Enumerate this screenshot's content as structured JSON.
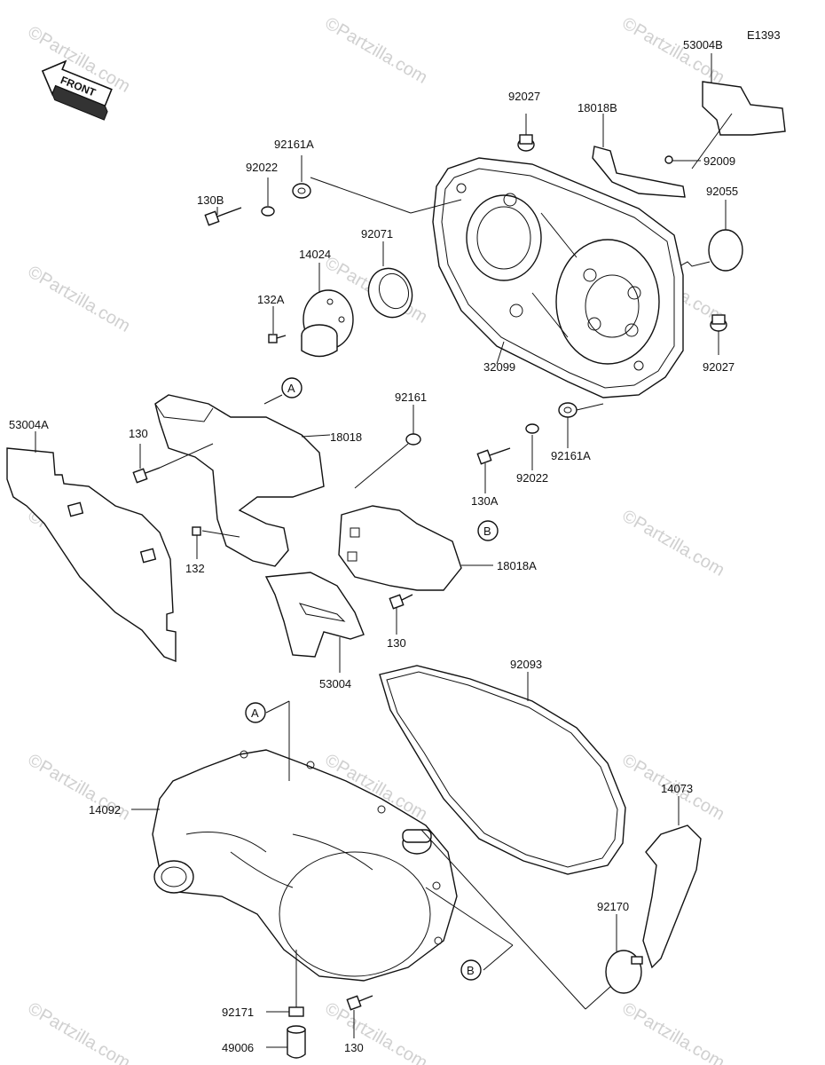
{
  "diagram_code": "E1393",
  "front_arrow": "FRONT",
  "watermark": "©Partzilla.com",
  "callouts": {
    "a": "A",
    "b": "B"
  },
  "part_labels": {
    "p53004B": "53004B",
    "p92027_top": "92027",
    "p18018B": "18018B",
    "p92009": "92009",
    "p92161A_top": "92161A",
    "p92022_top": "92022",
    "p130B": "130B",
    "p92055": "92055",
    "p92071": "92071",
    "p14024": "14024",
    "p132A": "132A",
    "p32099": "32099",
    "p92027_right": "92027",
    "p53004A": "53004A",
    "p130_left": "130",
    "p18018": "18018",
    "p92161": "92161",
    "p130A": "130A",
    "p92022_mid": "92022",
    "p92161A_mid": "92161A",
    "p132": "132",
    "p18018A": "18018A",
    "p130_mid": "130",
    "p53004": "53004",
    "p92093": "92093",
    "p14092": "14092",
    "p14073": "14073",
    "p92170": "92170",
    "p92171": "92171",
    "p49006": "49006",
    "p130_bottom": "130"
  }
}
